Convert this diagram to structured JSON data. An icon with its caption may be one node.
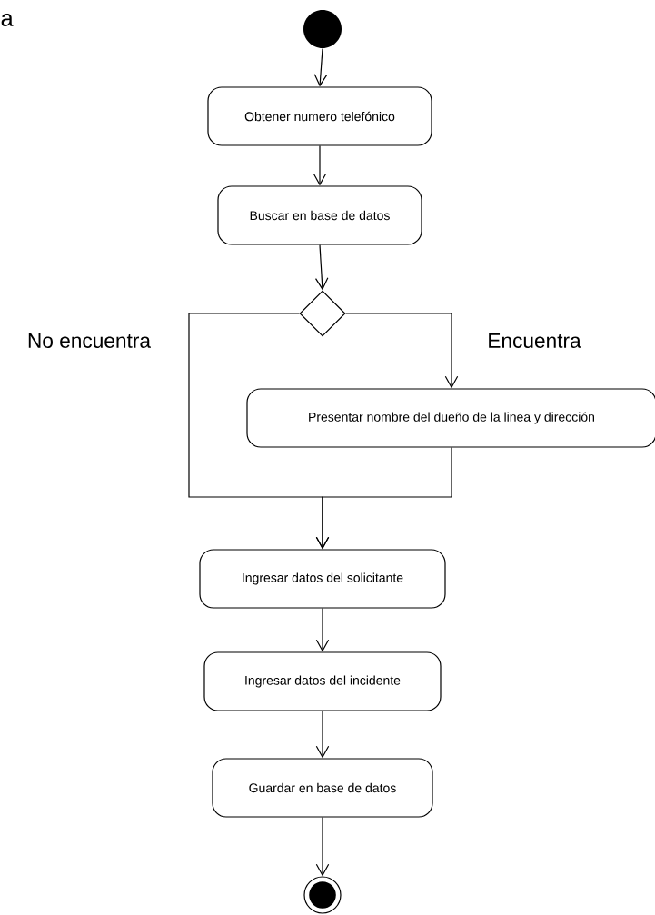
{
  "diagram": {
    "nodes": [
      {
        "text": [],
        "shape": "circle"
      },
      {
        "text": [
          "Obtener numero telefónico"
        ]
      },
      {
        "text": [
          "Buscar en base de datos"
        ]
      },
      {
        "text": [],
        "shape": "diamond"
      },
      {
        "text": [
          "Presentar nombre del dueño de la linea y dirección"
        ]
      },
      {
        "text": [
          "Ingresar datos del solicitante"
        ]
      },
      {
        "text": [
          "Ingresar datos del incidente"
        ]
      },
      {
        "text": [
          "Guardar en base de datos"
        ]
      },
      {
        "text": [],
        "shape": "circle"
      }
    ],
    "edges": [
      {
        "from": 0,
        "to": 1,
        "arrow": "to"
      },
      {
        "from": 1,
        "to": 2,
        "arrow": "to"
      },
      {
        "from": 2,
        "to": 3,
        "arrow": "to"
      },
      {
        "from": 3,
        "to": 4,
        "arrow": "to",
        "label": "Encuentra"
      },
      {
        "from": 3,
        "to": 5,
        "arrow": "to",
        "label": "No encuentra"
      },
      {
        "from": 4,
        "to": 5,
        "arrow": "to"
      },
      {
        "from": 5,
        "to": 6,
        "arrow": "to"
      },
      {
        "from": 6,
        "to": 7,
        "arrow": "to"
      },
      {
        "from": 7,
        "to": 8,
        "arrow": "to"
      }
    ],
    "labels": [
      "a"
    ]
  }
}
